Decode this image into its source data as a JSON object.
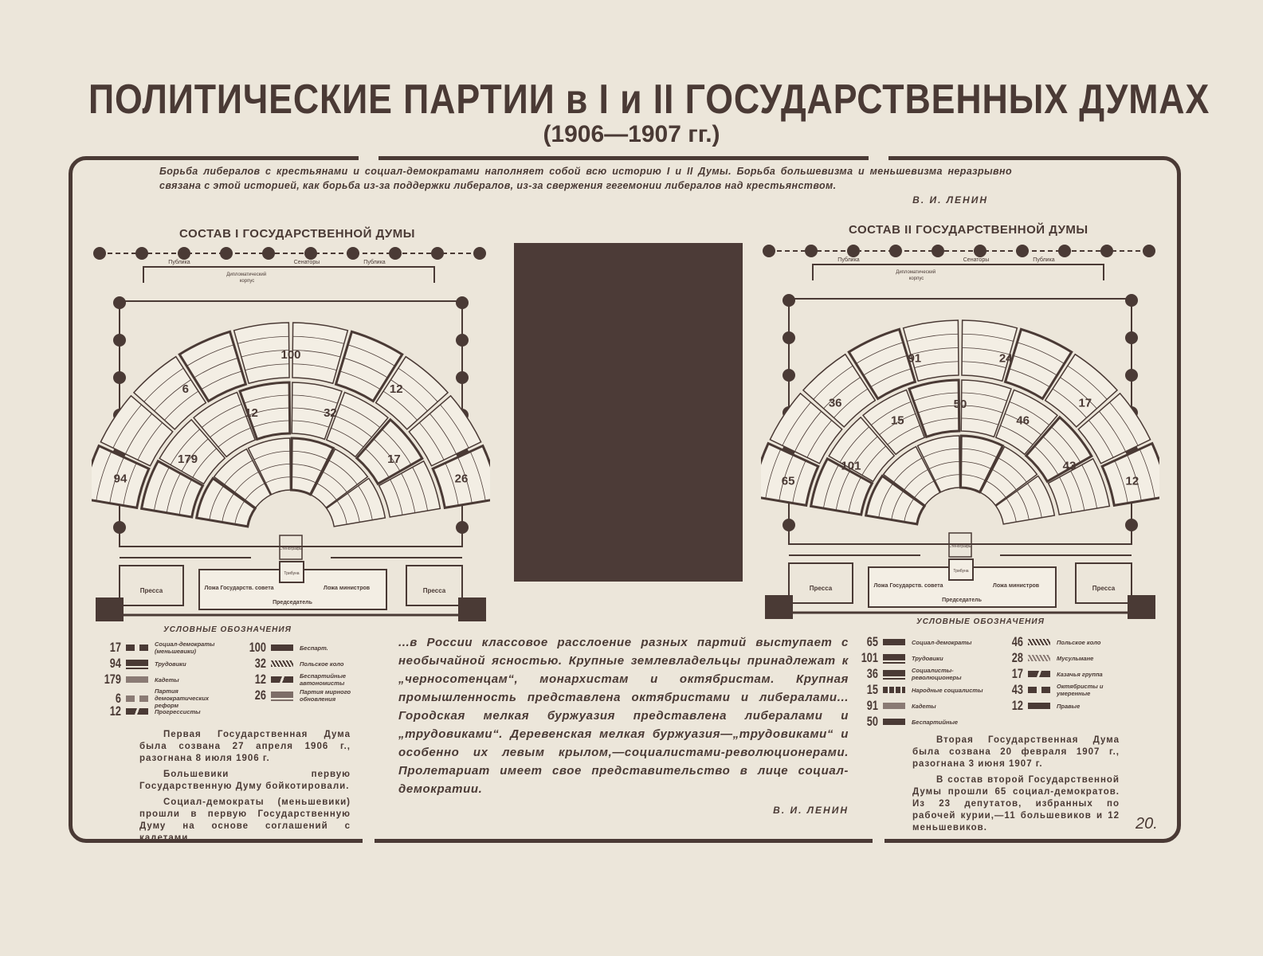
{
  "title": "ПОЛИТИЧЕСКИЕ ПАРТИИ в I и II ГОСУДАРСТВЕННЫХ ДУМАХ",
  "subtitle": "(1906—1907 гг.)",
  "quote_top": {
    "text": "Борьба либералов с крестьянами и социал-демократами наполняет собой всю историю I и II Думы. Борьба большевизма и меньшевизма неразрывно связана с этой историей, как борьба из-за поддержки либералов, из-за свержения гегемонии либералов над крестьянством.",
    "author": "В. И. ЛЕНИН"
  },
  "colors": {
    "paper": "#ece6da",
    "ink": "#4a3a35",
    "photo": "#4c3b37"
  },
  "hall_labels": {
    "public": "Публика",
    "diplomatic": "Дипломатический корпус",
    "senators": "Сенаторы",
    "press": "Пресса",
    "stenographers": "Стенографы",
    "tribune": "Трибуна",
    "council_box": "Ложа Государств. совета",
    "chairman": "Председатель",
    "ministers_box": "Ложа министров"
  },
  "duma1": {
    "heading": "СОСТАВ I ГОСУДАРСТВЕННОЙ ДУМЫ",
    "seat_numbers": [
      "94",
      "179",
      "6",
      "12",
      "100",
      "32",
      "12",
      "17",
      "26"
    ],
    "legend_title": "УСЛОВНЫЕ ОБОЗНАЧЕНИЯ",
    "legend": [
      {
        "count": "17",
        "label": "Социал-демократы (меньшевики)",
        "style": "blocks"
      },
      {
        "count": "94",
        "label": "Трудовики",
        "style": "lined"
      },
      {
        "count": "179",
        "label": "Кадеты",
        "style": "light"
      },
      {
        "count": "6",
        "label": "Партия демократических реформ",
        "style": "lightblocks"
      },
      {
        "count": "12",
        "label": "Прогрессисты",
        "style": "slash"
      },
      {
        "count": "100",
        "label": "Беспарт.",
        "style": "solid"
      },
      {
        "count": "32",
        "label": "Польское коло",
        "style": "hatch"
      },
      {
        "count": "12",
        "label": "Беспартийные автономисты",
        "style": "slash"
      },
      {
        "count": "26",
        "label": "Партия мирного обновления",
        "style": "lined-light"
      }
    ],
    "note": [
      "Первая Государственная Дума была созвана 27 апреля 1906 г., разогнана 8 июля 1906 г.",
      "Большевики первую Государственную Думу бойкотировали.",
      "Социал-демократы (меньшевики) прошли в первую Государственную Думу на основе соглашений с кадетами."
    ]
  },
  "duma2": {
    "heading": "СОСТАВ II ГОСУДАРСТВЕННОЙ ДУМЫ",
    "seat_numbers": [
      "65",
      "101",
      "36",
      "15",
      "91",
      "50",
      "24",
      "46",
      "17",
      "43",
      "12"
    ],
    "legend_title": "УСЛОВНЫЕ ОБОЗНАЧЕНИЯ",
    "legend": [
      {
        "count": "65",
        "label": "Социал-демократы",
        "style": "solid"
      },
      {
        "count": "101",
        "label": "Трудовики",
        "style": "lined"
      },
      {
        "count": "36",
        "label": "Социалисты-революционеры",
        "style": "lined"
      },
      {
        "count": "15",
        "label": "Народные социалисты",
        "style": "dotted"
      },
      {
        "count": "91",
        "label": "Кадеты",
        "style": "light"
      },
      {
        "count": "50",
        "label": "Беспартийные",
        "style": "solid"
      },
      {
        "count": "46",
        "label": "Польское коло",
        "style": "hatch"
      },
      {
        "count": "28",
        "label": "Мусульмане",
        "style": "hatch-light"
      },
      {
        "count": "17",
        "label": "Казачья группа",
        "style": "slash"
      },
      {
        "count": "43",
        "label": "Октябристы и умеренные",
        "style": "blocks"
      },
      {
        "count": "12",
        "label": "Правые",
        "style": "solid"
      }
    ],
    "note": [
      "Вторая Государственная Дума была созвана 20 февраля 1907 г., разогнана 3 июня 1907 г.",
      "В состав второй Государственной Думы прошли 65 социал-демократов. Из 23 депутатов, избранных по рабочей курии,—11 большевиков и 12 меньшевиков."
    ]
  },
  "quote_mid": {
    "text": "...в России классовое расслоение разных партий выступает с необычайной ясностью. Крупные землевладельцы принадлежат к „черносотенцам“, монархистам и октябристам. Крупная промышленность представлена октябристами и либералами... Городская мелкая буржуазия представлена либералами и „трудовиками“. Деревенская мелкая буржуазия—„трудовиками“ и особенно их левым крылом,—социалистами-революционерами. Пролетариат имеет свое представительство в лице социал-демократии.",
    "author": "В. И. ЛЕНИН"
  },
  "page_number": "20."
}
